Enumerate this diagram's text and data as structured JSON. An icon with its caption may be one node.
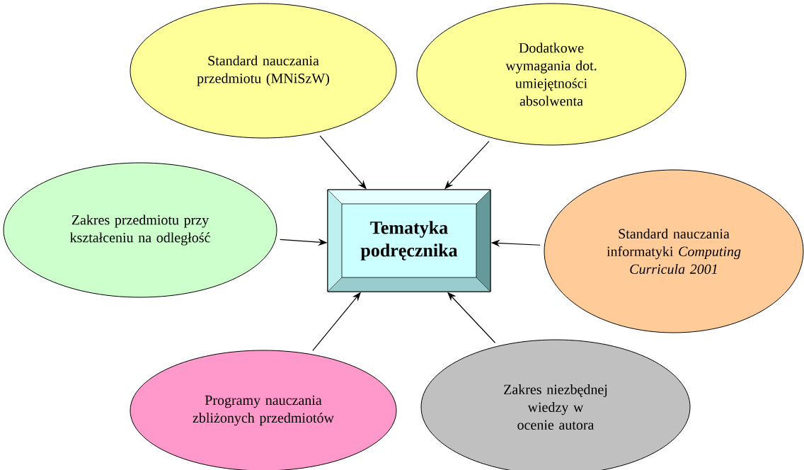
{
  "diagram": {
    "nodes": [
      {
        "text": [
          "Standard nauczania przedmiotu (MNiSzW)"
        ]
      },
      {
        "text": [
          "Dodatkowe wymagania dot. umiejętności absolwenta"
        ]
      },
      {
        "text": [
          "Zakres przedmiotu przy kształceniu na odległość"
        ]
      },
      {
        "text": [
          "Tematyka podręcznika"
        ]
      },
      {
        "text": [
          "Standard nauczania informatyki *Computing Curricula 2001*"
        ]
      },
      {
        "text": [
          "Programy nauczania zbliżonych przedmiotów"
        ]
      },
      {
        "text": [
          "Zakres niezbędnej wiedzy w ocenie autora"
        ]
      }
    ],
    "edges": [
      {
        "from": 0,
        "to": 3,
        "arrow": "to"
      },
      {
        "from": 1,
        "to": 3,
        "arrow": "to"
      },
      {
        "from": 2,
        "to": 3,
        "arrow": "to"
      },
      {
        "from": 4,
        "to": 3,
        "arrow": "to"
      },
      {
        "from": 5,
        "to": 3,
        "arrow": "to"
      },
      {
        "from": 6,
        "to": 3,
        "arrow": "to"
      }
    ]
  }
}
